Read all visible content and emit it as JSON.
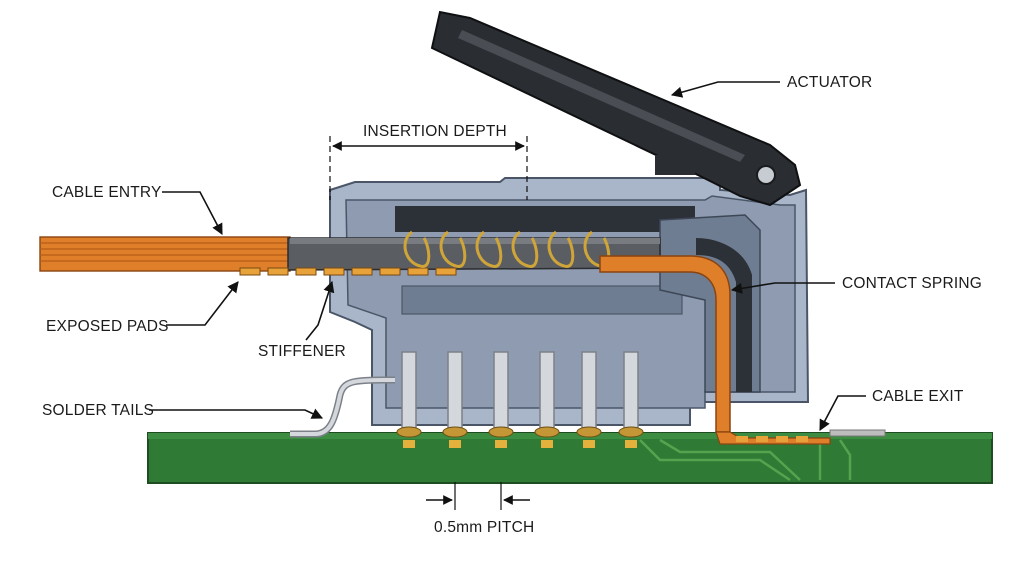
{
  "labels": {
    "actuator": "ACTUATOR",
    "insertion_depth": "INSERTION DEPTH",
    "cable_entry": "CABLE ENTRY",
    "contact_spring": "CONTACT SPRING",
    "exposed_pads": "EXPOSED PADS",
    "stiffener": "STIFFENER",
    "solder_tails": "SOLDER TAILS",
    "cable_exit": "CABLE EXIT",
    "pitch": "0.5mm PITCH"
  },
  "colors": {
    "housing": "#a9b5c8",
    "housing_dark": "#6f7d92",
    "actuator": "#2a2d31",
    "flex_cable": "#e07f2a",
    "contacts": "#cfa53a",
    "pcb": "#2f7a35",
    "solder_tail": "#c8ccd1",
    "stiffener": "#5a5d62"
  }
}
